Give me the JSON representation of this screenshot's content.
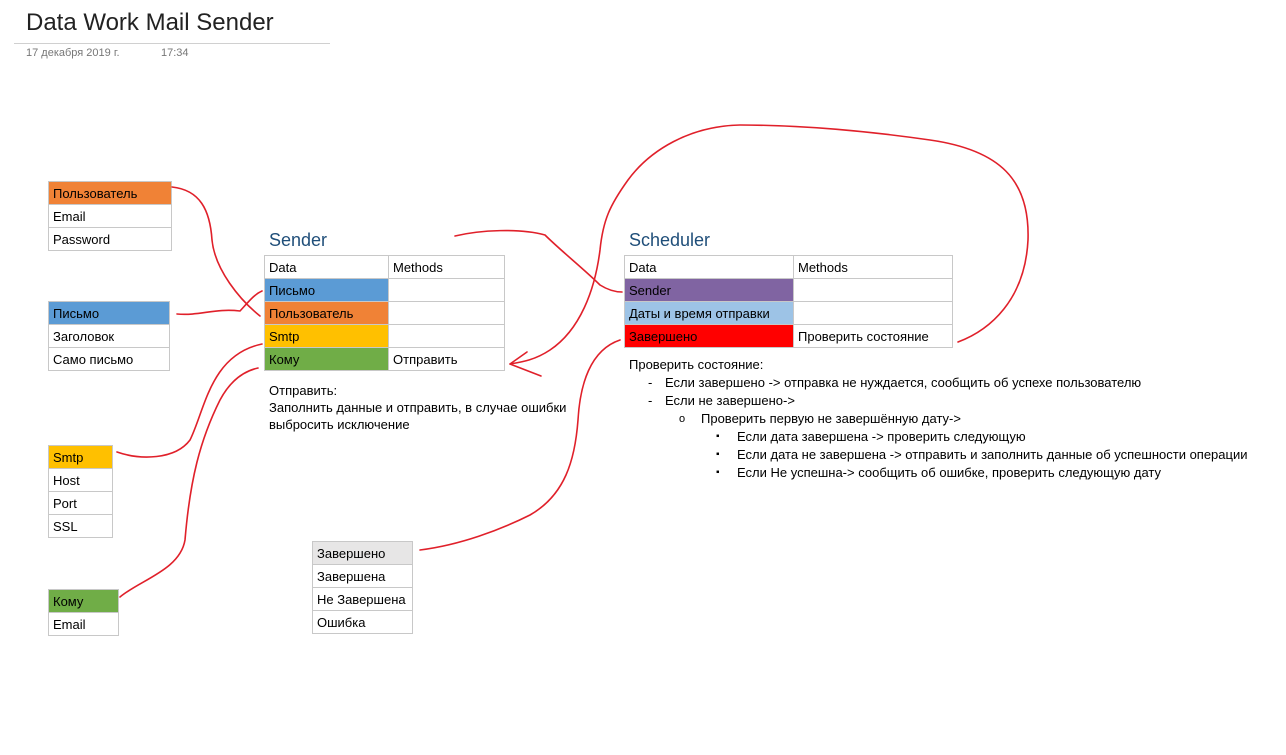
{
  "page": {
    "title": "Data Work Mail Sender",
    "date": "17 декабря 2019 г.",
    "time": "17:34"
  },
  "colors": {
    "orange": "#f08236",
    "blue": "#5b9bd5",
    "yellow": "#ffc000",
    "green": "#70ad47",
    "purple": "#8064a2",
    "light_blue": "#9dc3e6",
    "red": "#ff0000",
    "gray": "#e7e6e6",
    "wire": "#e0202a",
    "heading": "#1f4e79"
  },
  "boxes": {
    "user": {
      "header": "Пользователь",
      "rows": [
        "Email",
        "Password"
      ]
    },
    "letter": {
      "header": "Письмо",
      "rows": [
        "Заголовок",
        "Само письмо"
      ]
    },
    "smtp": {
      "header": "Smtp",
      "rows": [
        "Host",
        "Port",
        "SSL"
      ]
    },
    "to": {
      "header": "Кому",
      "rows": [
        "Email"
      ]
    },
    "status": {
      "header": "Завершено",
      "rows": [
        "Завершена",
        "Не Завершена",
        "Ошибка"
      ]
    }
  },
  "sender": {
    "title": "Sender",
    "col_data": "Data",
    "col_methods": "Methods",
    "rows": [
      {
        "data": "Письмо",
        "method": ""
      },
      {
        "data": "Пользователь",
        "method": ""
      },
      {
        "data": "Smtp",
        "method": ""
      },
      {
        "data": "Кому",
        "method": "Отправить"
      }
    ],
    "description": [
      "Отправить:",
      "Заполнить данные и отправить, в случае ошибки",
      "выбросить исключение"
    ]
  },
  "scheduler": {
    "title": "Scheduler",
    "col_data": "Data",
    "col_methods": "Methods",
    "rows": [
      {
        "data": "Sender",
        "method": ""
      },
      {
        "data": "Даты и время отправки",
        "method": ""
      },
      {
        "data": "Завершено",
        "method": "Проверить состояние"
      }
    ],
    "notes": {
      "heading": "Проверить состояние:",
      "dash1": "-",
      "item1": "Если завершено -> отправка не нуждается, сообщить об успехе пользователю",
      "dash2": "-",
      "item2": "Если не завершено->",
      "circ": "o",
      "sub1": "Проверить первую не завершённую дату->",
      "sq": "▪",
      "subsub": [
        "Если дата завершена -> проверить следующую",
        "Если дата не завершена -> отправить и заполнить данные об успешности операции",
        "Если Не успешна-> сообщить об ошибке, проверить следующую дату"
      ]
    }
  }
}
